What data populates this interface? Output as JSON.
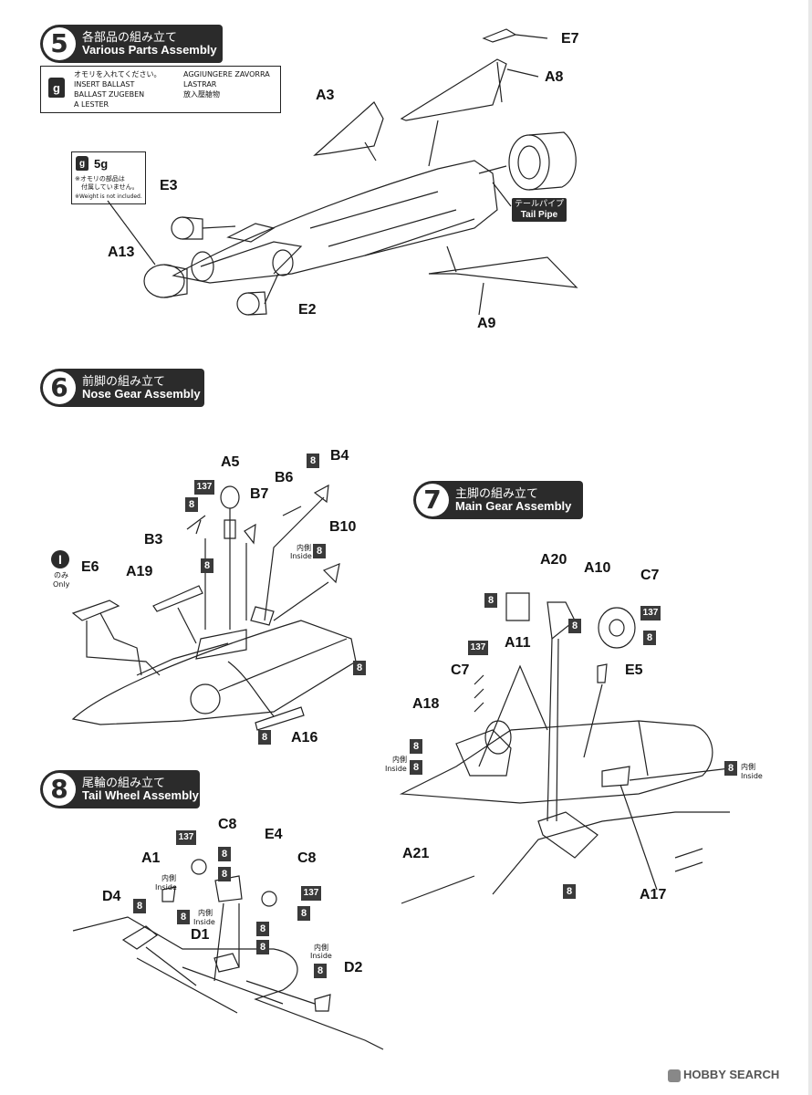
{
  "step5": {
    "number": "5",
    "title_jp": "各部品の組み立て",
    "title_en": "Various Parts Assembly",
    "ballast": {
      "line1_jp": "オモリを入れてください。",
      "line1_it": "AGGIUNGERE ZAVORRA",
      "line2_en": "INSERT BALLAST",
      "line2_es": "LASTRAR",
      "line3_de": "BALLAST ZUGEBEN",
      "line3_zh": "放入壓艙物",
      "line4_fr": "A LESTER"
    },
    "weight": {
      "amount": "5g",
      "note_jp_1": "※オモリの部品は",
      "note_jp_2": "付属していません。",
      "note_en": "※Weight is not included."
    },
    "tail_pipe_jp": "テールパイプ",
    "tail_pipe_en": "Tail Pipe",
    "labels": [
      "E7",
      "A8",
      "A3",
      "E3",
      "A13",
      "E2",
      "A9"
    ]
  },
  "step6": {
    "number": "6",
    "title_jp": "前脚の組み立て",
    "title_en": "Nose Gear Assembly",
    "only_jp": "のみ",
    "only_en": "Only",
    "only_marker": "I",
    "inside_jp": "内側",
    "inside_en": "Inside",
    "labels": [
      "A5",
      "B6",
      "B4",
      "B7",
      "B3",
      "B10",
      "E6",
      "A19",
      "A16"
    ],
    "paint_8": "8",
    "paint_137": "137"
  },
  "step7": {
    "number": "7",
    "title_jp": "主脚の組み立て",
    "title_en": "Main Gear Assembly",
    "inside_jp": "内側",
    "inside_en": "Inside",
    "labels": [
      "A20",
      "A10",
      "C7",
      "A11",
      "E5",
      "C7",
      "A18",
      "A21",
      "A17"
    ],
    "paint_8": "8",
    "paint_137": "137"
  },
  "step8": {
    "number": "8",
    "title_jp": "尾輪の組み立て",
    "title_en": "Tail Wheel Assembly",
    "inside_jp": "内側",
    "inside_en": "Inside",
    "labels": [
      "C8",
      "E4",
      "A1",
      "C8",
      "D4",
      "D1",
      "D2"
    ],
    "paint_8": "8",
    "paint_137": "137"
  },
  "weight_icon": "g",
  "watermark": "HOBBY SEARCH"
}
